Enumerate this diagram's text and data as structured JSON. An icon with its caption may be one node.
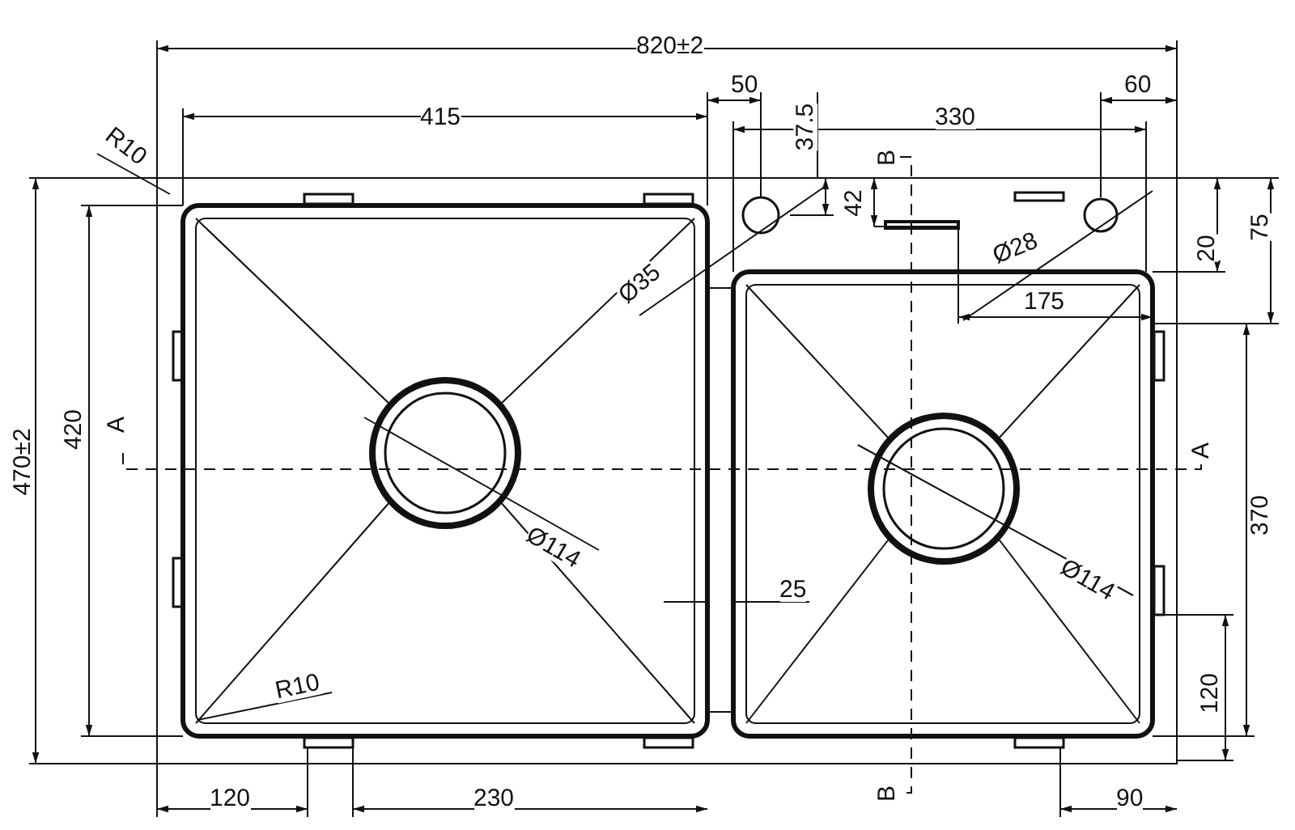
{
  "diagram": {
    "labels": [
      "820±2",
      "50",
      "37.5",
      "415",
      "330",
      "60",
      "R10",
      "B",
      "42",
      "Ø35",
      "Ø28",
      "20",
      "75",
      "175",
      "470±2",
      "420",
      "A",
      "A",
      "Ø114",
      "370",
      "25",
      "Ø114",
      "R10",
      "120",
      "120",
      "230",
      "B",
      "90"
    ]
  }
}
